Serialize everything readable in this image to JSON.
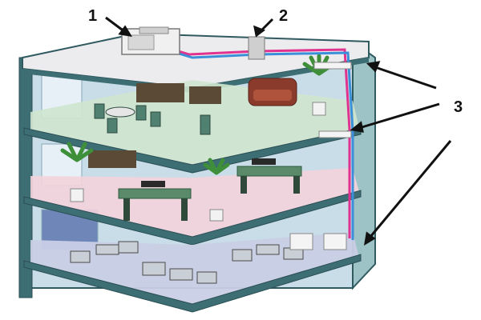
{
  "callouts": [
    {
      "label": "1"
    },
    {
      "label": "2"
    },
    {
      "label": "3"
    }
  ],
  "colors": {
    "wall_frame": "#3d6e74",
    "wall_face": "#c8dde8",
    "roof": "#ececee",
    "floor3": "#cfe6cf",
    "floor2": "#f3d3dc",
    "floor1": "#c9cfe6",
    "pipe_pink": "#e0338f",
    "pipe_blue": "#3a8fd8",
    "furniture_green": "#3f6a5a",
    "sofa_brown": "#8a3b2c",
    "plant_green": "#3f8f3a"
  },
  "icons": {
    "outdoor_unit": "condenser-icon",
    "roof_box": "junction-box-icon",
    "wall_units": "indoor-unit-icon"
  }
}
